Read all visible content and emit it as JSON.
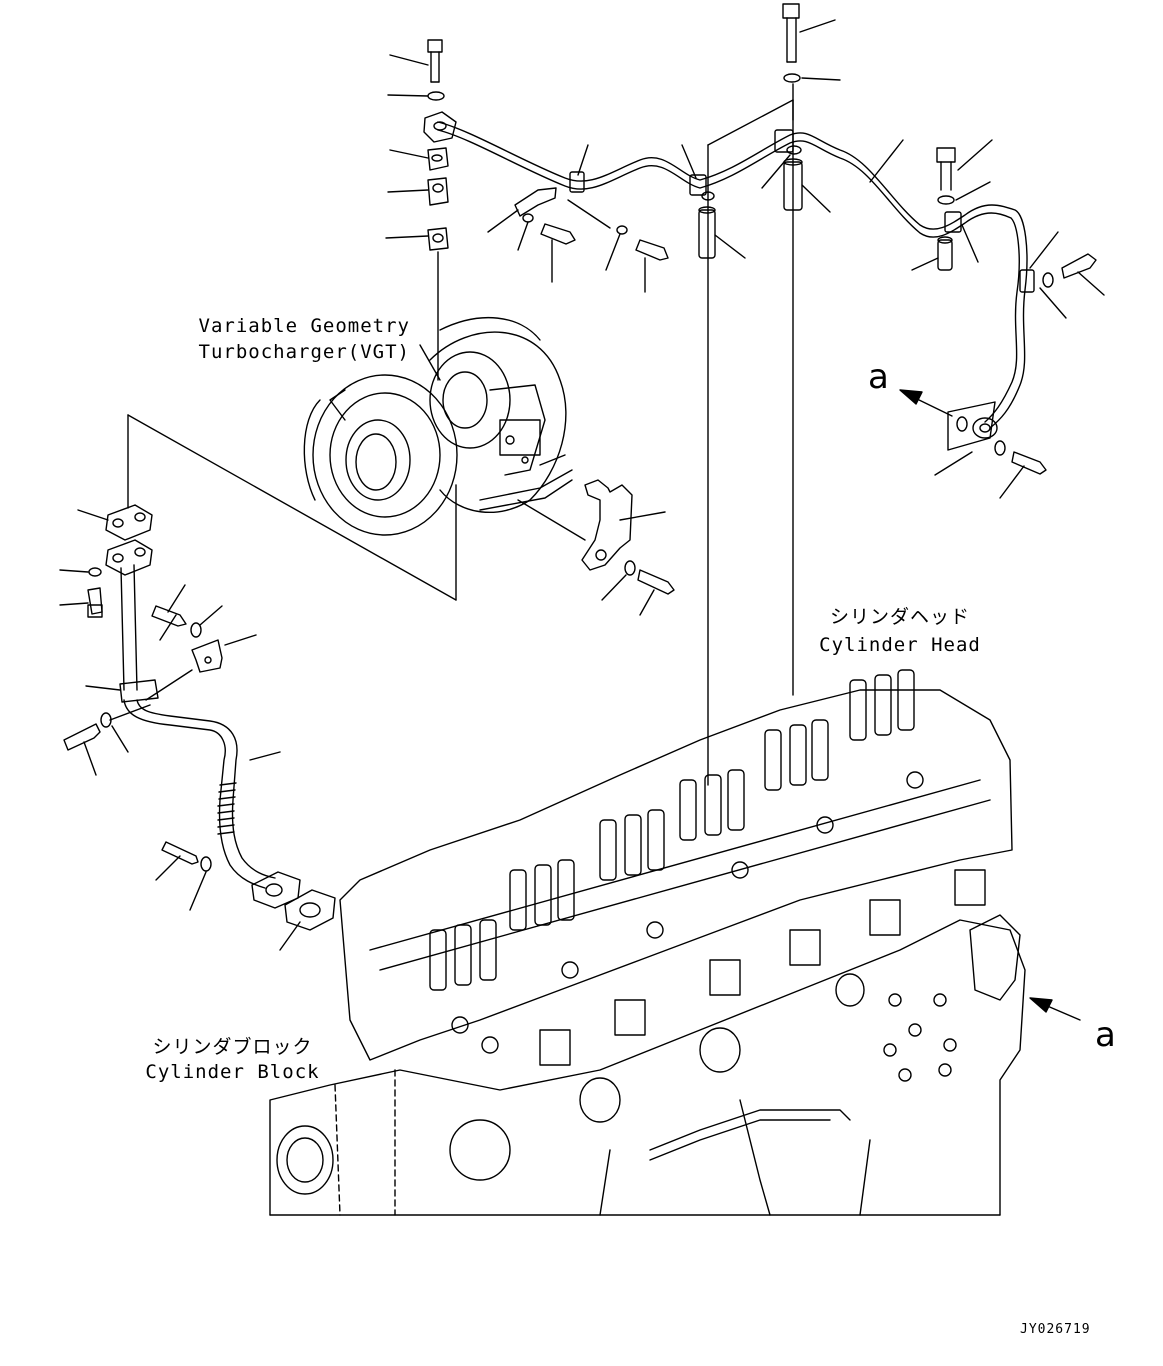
{
  "labels": {
    "vgt_line1": "Variable Geometry",
    "vgt_line2": "Turbocharger(VGT)",
    "head_jp": "シリンダヘッド",
    "head_en": "Cylinder Head",
    "block_jp": "シリンダブロック",
    "block_en": "Cylinder Block",
    "callout_top": "a",
    "callout_bottom": "a",
    "drawing_code": "JY026719"
  },
  "icons": {
    "turbocharger": "turbocharger-icon",
    "cylinder_head": "cylinder-head-icon",
    "cylinder_block": "cylinder-block-icon",
    "oil_pipe": "oil-pipe-icon",
    "bolt": "bolt-icon",
    "washer": "washer-icon",
    "gasket": "gasket-icon",
    "bracket": "bracket-icon",
    "spacer": "spacer-icon",
    "arrow": "arrow-icon"
  },
  "colors": {
    "ink": "#000000",
    "paper": "#ffffff"
  }
}
